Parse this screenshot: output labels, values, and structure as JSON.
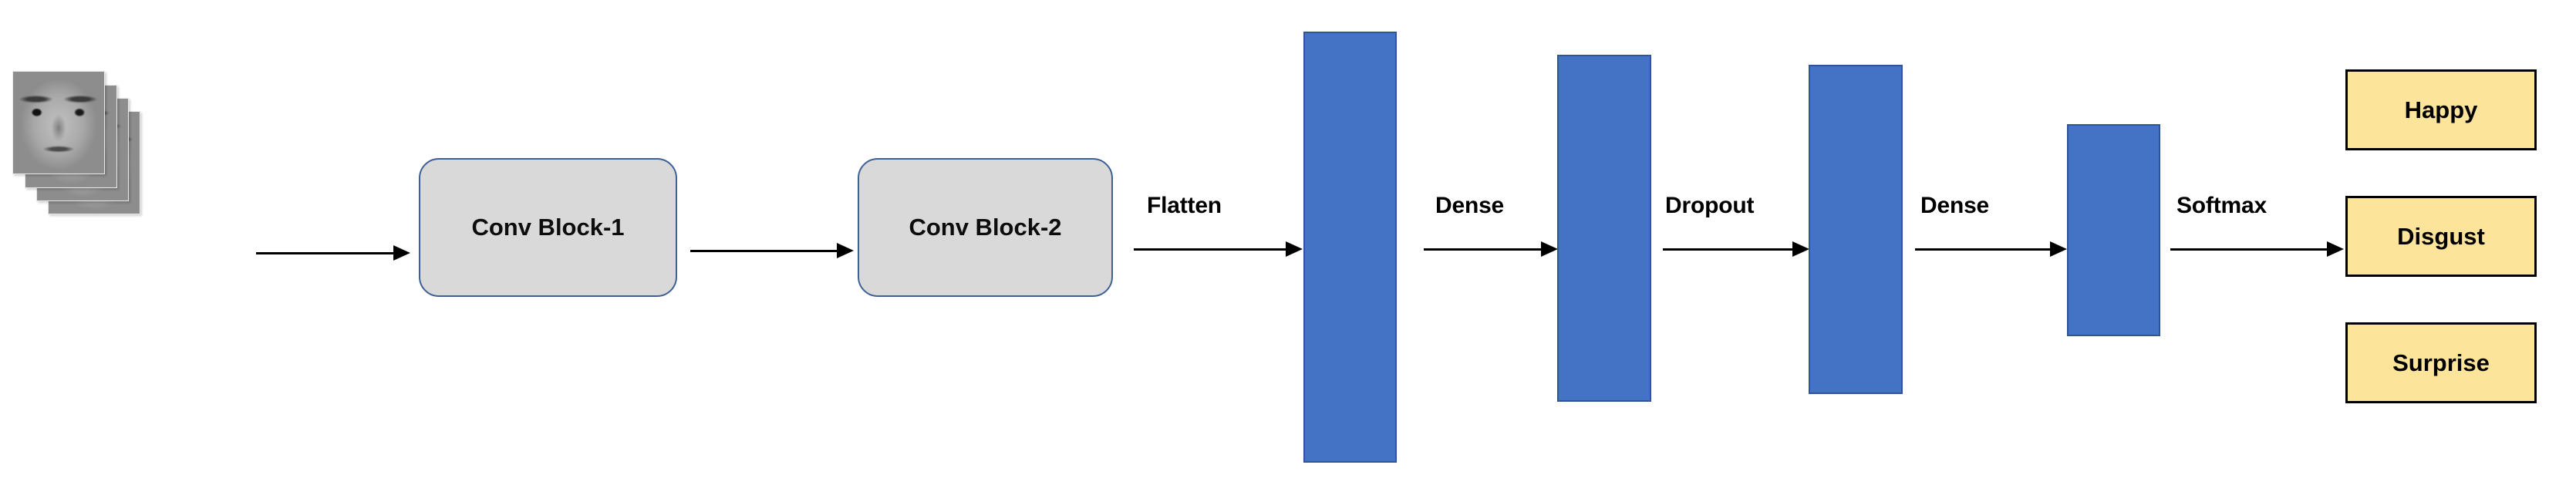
{
  "diagram": {
    "title": "CNN facial expression recognition architecture",
    "background": "#ffffff",
    "input": {
      "name": "face-image-stack",
      "count": 4,
      "description": "stacked grayscale face images"
    },
    "blocks": [
      {
        "id": "conv1",
        "label": "Conv Block-1",
        "fill": "#d9d9d9",
        "border": "#3f6096"
      },
      {
        "id": "conv2",
        "label": "Conv Block-2",
        "fill": "#d9d9d9",
        "border": "#3f6096"
      }
    ],
    "bars": [
      {
        "id": "flatten-vector",
        "fill": "#4472c4",
        "border": "#2f5597"
      },
      {
        "id": "dense-1",
        "fill": "#4472c4",
        "border": "#2f5597"
      },
      {
        "id": "dropout",
        "fill": "#4472c4",
        "border": "#2f5597"
      },
      {
        "id": "dense-2",
        "fill": "#4472c4",
        "border": "#2f5597"
      }
    ],
    "arrow_labels": [
      {
        "id": "flatten",
        "label": "Flatten"
      },
      {
        "id": "dense-a",
        "label": "Dense"
      },
      {
        "id": "dropout",
        "label": "Dropout"
      },
      {
        "id": "dense-b",
        "label": "Dense"
      },
      {
        "id": "softmax",
        "label": "Softmax"
      }
    ],
    "outputs": {
      "fill": "#fce49b",
      "border": "#000000",
      "classes": [
        {
          "id": "happy",
          "label": "Happy"
        },
        {
          "id": "disgust",
          "label": "Disgust"
        },
        {
          "id": "surprise",
          "label": "Surprise"
        }
      ]
    }
  }
}
